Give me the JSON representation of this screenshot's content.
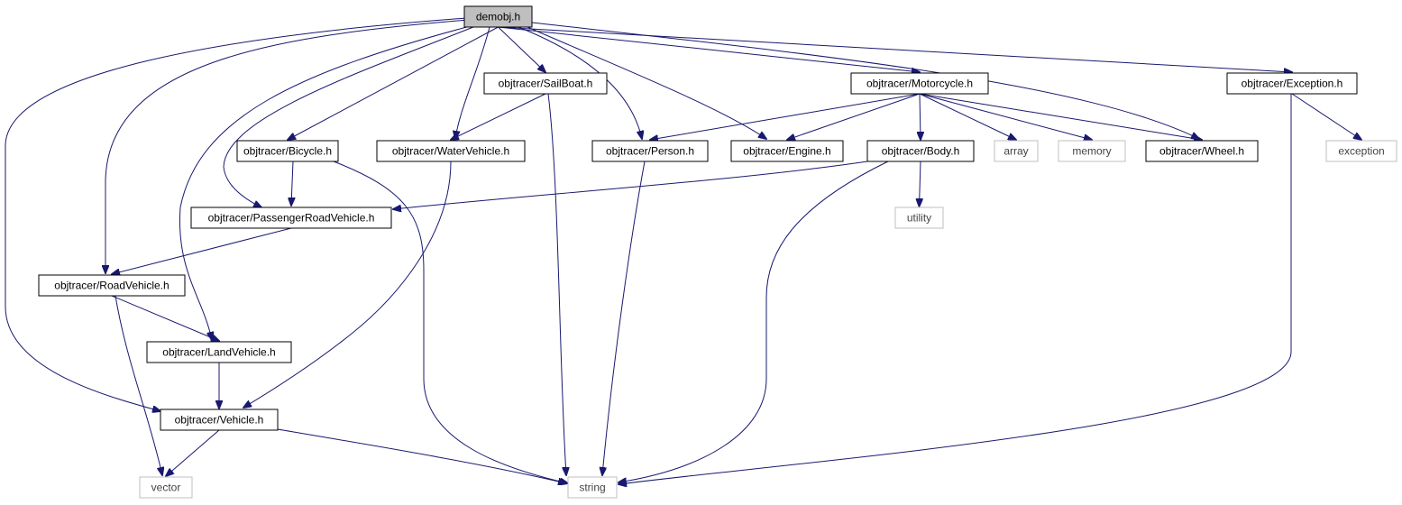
{
  "diagram": {
    "type": "include-dependency-graph",
    "colors": {
      "edge": "#191970",
      "root_fill": "#bfbfbf",
      "node_border": "#000000",
      "external_border": "#bfbfbf"
    },
    "nodes": [
      {
        "id": "demobj",
        "label": "demobj.h",
        "kind": "root"
      },
      {
        "id": "sailboat",
        "label": "objtracer/SailBoat.h",
        "kind": "project"
      },
      {
        "id": "motorcycle",
        "label": "objtracer/Motorcycle.h",
        "kind": "project"
      },
      {
        "id": "exception_h",
        "label": "objtracer/Exception.h",
        "kind": "project"
      },
      {
        "id": "bicycle",
        "label": "objtracer/Bicycle.h",
        "kind": "project"
      },
      {
        "id": "watervehicle",
        "label": "objtracer/WaterVehicle.h",
        "kind": "project"
      },
      {
        "id": "person",
        "label": "objtracer/Person.h",
        "kind": "project"
      },
      {
        "id": "engine",
        "label": "objtracer/Engine.h",
        "kind": "project"
      },
      {
        "id": "body",
        "label": "objtracer/Body.h",
        "kind": "project"
      },
      {
        "id": "array",
        "label": "array",
        "kind": "system"
      },
      {
        "id": "memory",
        "label": "memory",
        "kind": "system"
      },
      {
        "id": "wheel",
        "label": "objtracer/Wheel.h",
        "kind": "project"
      },
      {
        "id": "exception",
        "label": "exception",
        "kind": "system"
      },
      {
        "id": "passenger",
        "label": "objtracer/PassengerRoadVehicle.h",
        "kind": "project"
      },
      {
        "id": "utility",
        "label": "utility",
        "kind": "system"
      },
      {
        "id": "roadvehicle",
        "label": "objtracer/RoadVehicle.h",
        "kind": "project"
      },
      {
        "id": "landvehicle",
        "label": "objtracer/LandVehicle.h",
        "kind": "project"
      },
      {
        "id": "vehicle",
        "label": "objtracer/Vehicle.h",
        "kind": "project"
      },
      {
        "id": "vector",
        "label": "vector",
        "kind": "system"
      },
      {
        "id": "string",
        "label": "string",
        "kind": "system"
      }
    ],
    "edges": [
      {
        "from": "demobj",
        "to": "sailboat"
      },
      {
        "from": "demobj",
        "to": "motorcycle"
      },
      {
        "from": "demobj",
        "to": "exception_h"
      },
      {
        "from": "demobj",
        "to": "bicycle"
      },
      {
        "from": "demobj",
        "to": "watervehicle"
      },
      {
        "from": "demobj",
        "to": "person"
      },
      {
        "from": "demobj",
        "to": "engine"
      },
      {
        "from": "demobj",
        "to": "wheel"
      },
      {
        "from": "demobj",
        "to": "passenger"
      },
      {
        "from": "demobj",
        "to": "roadvehicle"
      },
      {
        "from": "demobj",
        "to": "landvehicle"
      },
      {
        "from": "demobj",
        "to": "vehicle"
      },
      {
        "from": "sailboat",
        "to": "watervehicle"
      },
      {
        "from": "sailboat",
        "to": "string"
      },
      {
        "from": "motorcycle",
        "to": "person"
      },
      {
        "from": "motorcycle",
        "to": "engine"
      },
      {
        "from": "motorcycle",
        "to": "body"
      },
      {
        "from": "motorcycle",
        "to": "array"
      },
      {
        "from": "motorcycle",
        "to": "memory"
      },
      {
        "from": "motorcycle",
        "to": "wheel"
      },
      {
        "from": "exception_h",
        "to": "exception"
      },
      {
        "from": "exception_h",
        "to": "string"
      },
      {
        "from": "bicycle",
        "to": "passenger"
      },
      {
        "from": "bicycle",
        "to": "string"
      },
      {
        "from": "watervehicle",
        "to": "vehicle"
      },
      {
        "from": "person",
        "to": "string"
      },
      {
        "from": "body",
        "to": "passenger"
      },
      {
        "from": "body",
        "to": "utility"
      },
      {
        "from": "body",
        "to": "string"
      },
      {
        "from": "passenger",
        "to": "roadvehicle"
      },
      {
        "from": "roadvehicle",
        "to": "landvehicle"
      },
      {
        "from": "roadvehicle",
        "to": "vector"
      },
      {
        "from": "landvehicle",
        "to": "vehicle"
      },
      {
        "from": "vehicle",
        "to": "vector"
      },
      {
        "from": "vehicle",
        "to": "string"
      }
    ]
  }
}
